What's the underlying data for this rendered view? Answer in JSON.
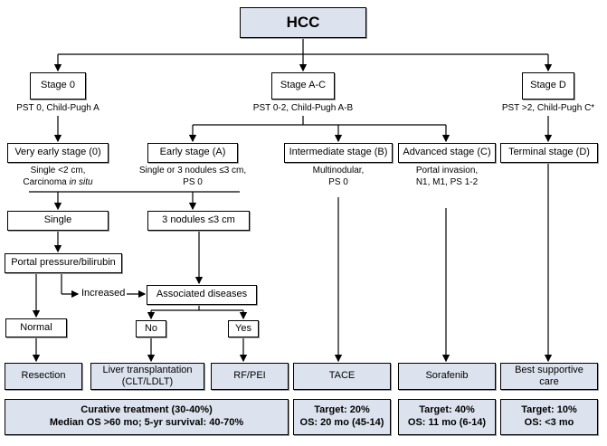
{
  "root": {
    "label": "HCC"
  },
  "stages": {
    "stage0": {
      "label": "Stage 0",
      "criteria": "PST 0, Child-Pugh A"
    },
    "stageAC": {
      "label": "Stage A-C",
      "criteria": "PST 0-2, Child-Pugh A-B"
    },
    "stageD": {
      "label": "Stage D",
      "criteria": "PST >2, Child-Pugh C*"
    }
  },
  "substages": {
    "very_early": {
      "label": "Very early stage (0)",
      "note_line1": "Single <2 cm,",
      "note_line2_prefix": "Carcinoma ",
      "note_line2_italic": "in situ"
    },
    "early": {
      "label": "Early stage (A)",
      "note_line1": "Single or 3 nodules ≤3 cm,",
      "note_line2": "PS 0"
    },
    "intermediate": {
      "label": "Intermediate stage (B)",
      "note_line1": "Multinodular,",
      "note_line2": "PS 0"
    },
    "advanced": {
      "label": "Advanced stage (C)",
      "note_line1": "Portal invasion,",
      "note_line2": "N1, M1, PS 1-2"
    },
    "terminal": {
      "label": "Terminal stage (D)"
    }
  },
  "decisions": {
    "single": "Single",
    "three_nodules": "3 nodules ≤3 cm",
    "portal_pressure": "Portal pressure/bilirubin",
    "increased": "Increased",
    "associated_diseases": "Associated diseases",
    "normal": "Normal",
    "no": "No",
    "yes": "Yes"
  },
  "treatments": {
    "resection": "Resection",
    "liver_tx_line1": "Liver transplantation",
    "liver_tx_line2": "(CLT/LDLT)",
    "rf_pei": "RF/PEI",
    "tace": "TACE",
    "sorafenib": "Sorafenib",
    "bsc_line1": "Best supportive",
    "bsc_line2": "care"
  },
  "outcomes": {
    "curative_line1": "Curative treatment (30-40%)",
    "curative_line2": "Median OS >60 mo; 5-yr survival: 40-70%",
    "tace_line1": "Target: 20%",
    "tace_line2": "OS: 20 mo (45-14)",
    "sorafenib_line1": "Target: 40%",
    "sorafenib_line2": "OS: 11 mo (6-14)",
    "bsc_line1": "Target: 10%",
    "bsc_line2": "OS: <3 mo"
  }
}
